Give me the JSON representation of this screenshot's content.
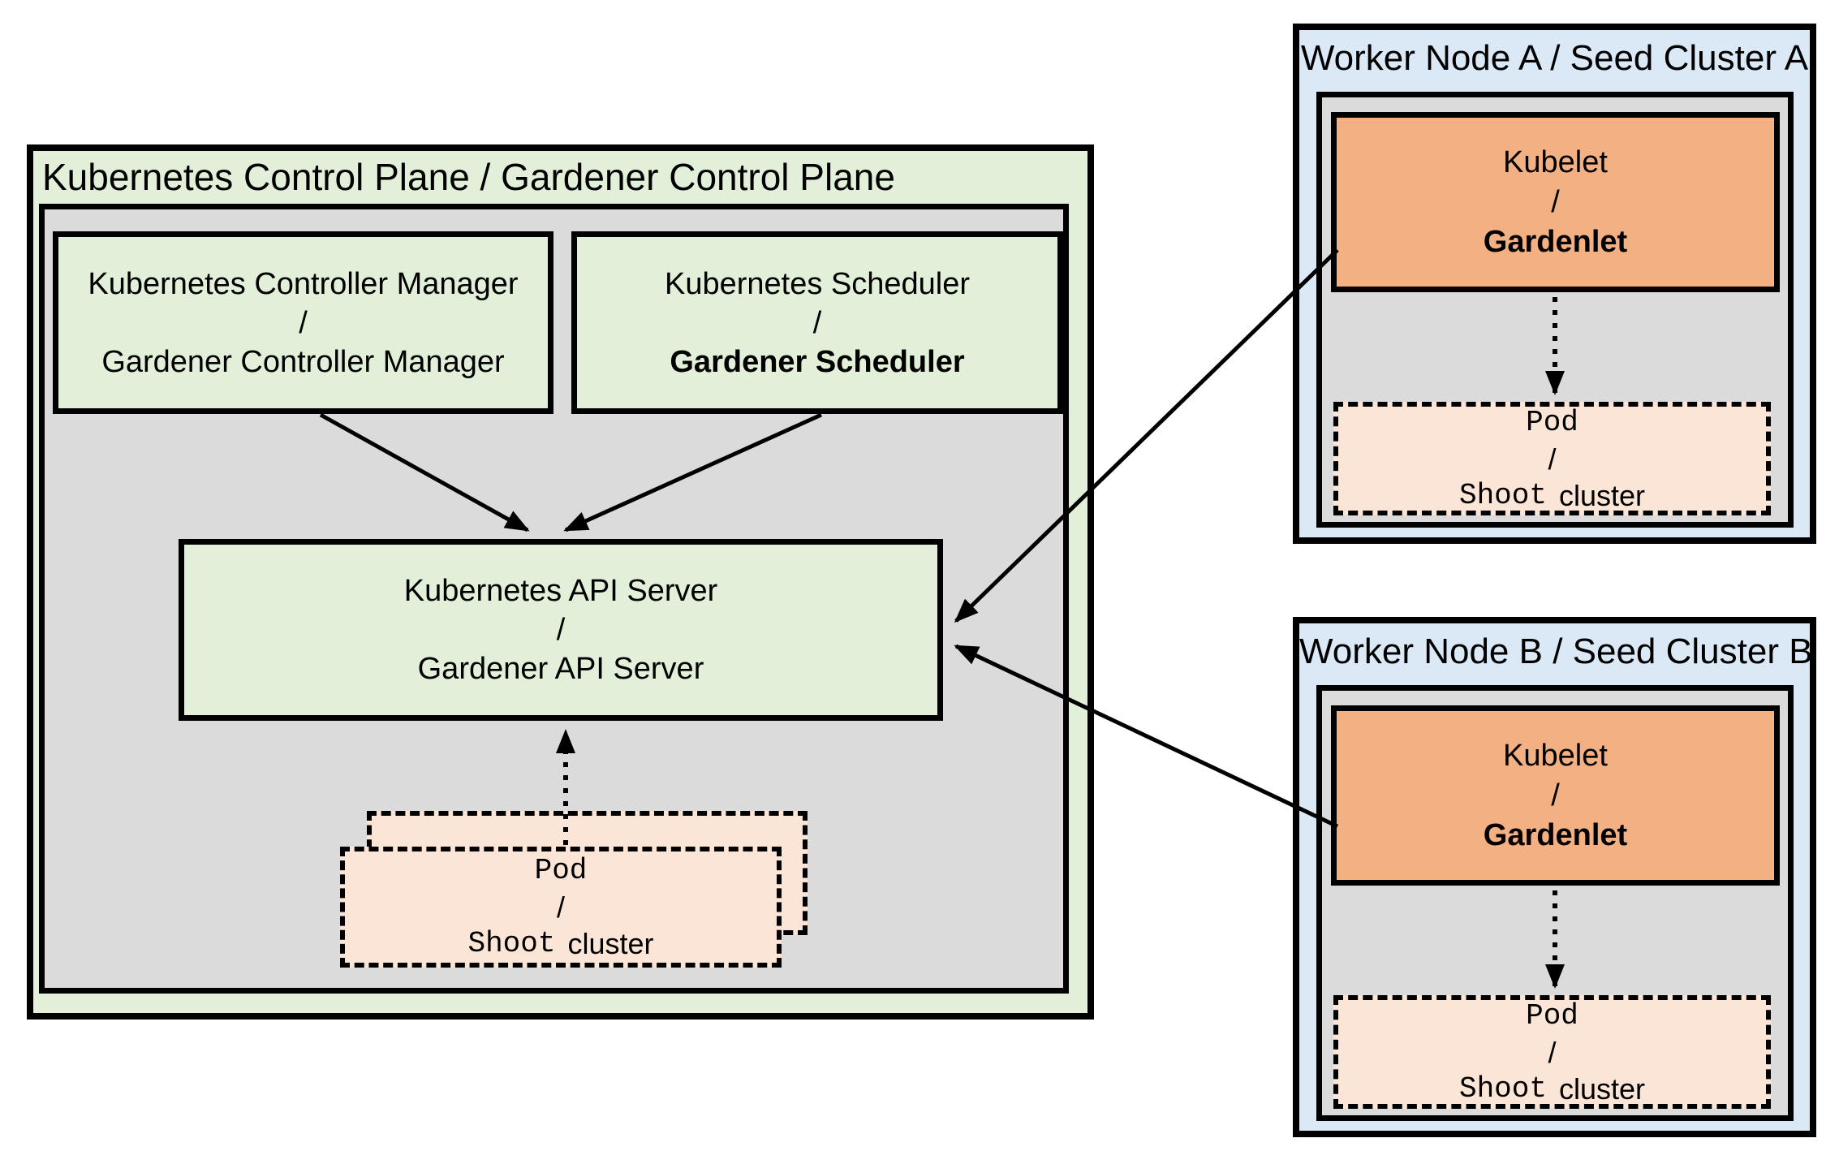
{
  "colors": {
    "green_fill": "#e2efd9",
    "gray_fill": "#dbdbdb",
    "blue_fill": "#dbe8f6",
    "orange_fill": "#f3b183",
    "peach_fill": "#fbe5d6",
    "line_color": "#000000"
  },
  "control_plane": {
    "title": "Kubernetes Control Plane / Gardener Control Plane",
    "controller_manager": {
      "line1": "Kubernetes Controller Manager",
      "separator": "/",
      "line2": "Gardener Controller Manager"
    },
    "scheduler": {
      "line1": "Kubernetes Scheduler",
      "separator": "/",
      "line2": "Gardener Scheduler"
    },
    "api_server": {
      "line1": "Kubernetes API Server",
      "separator": "/",
      "line2": "Gardener API Server"
    },
    "pod": {
      "line1": "Pod",
      "separator": "/",
      "line2_mono": "Shoot",
      "line2_sans": "cluster"
    }
  },
  "workers": [
    {
      "title": "Worker Node A / Seed Cluster A",
      "kubelet": {
        "line1": "Kubelet",
        "separator": "/",
        "line2": "Gardenlet"
      },
      "pod": {
        "line1": "Pod",
        "separator": "/",
        "line2_mono": "Shoot",
        "line2_sans": "cluster"
      }
    },
    {
      "title": "Worker Node B / Seed Cluster B",
      "kubelet": {
        "line1": "Kubelet",
        "separator": "/",
        "line2": "Gardenlet"
      },
      "pod": {
        "line1": "Pod",
        "separator": "/",
        "line2_mono": "Shoot",
        "line2_sans": "cluster"
      }
    }
  ]
}
